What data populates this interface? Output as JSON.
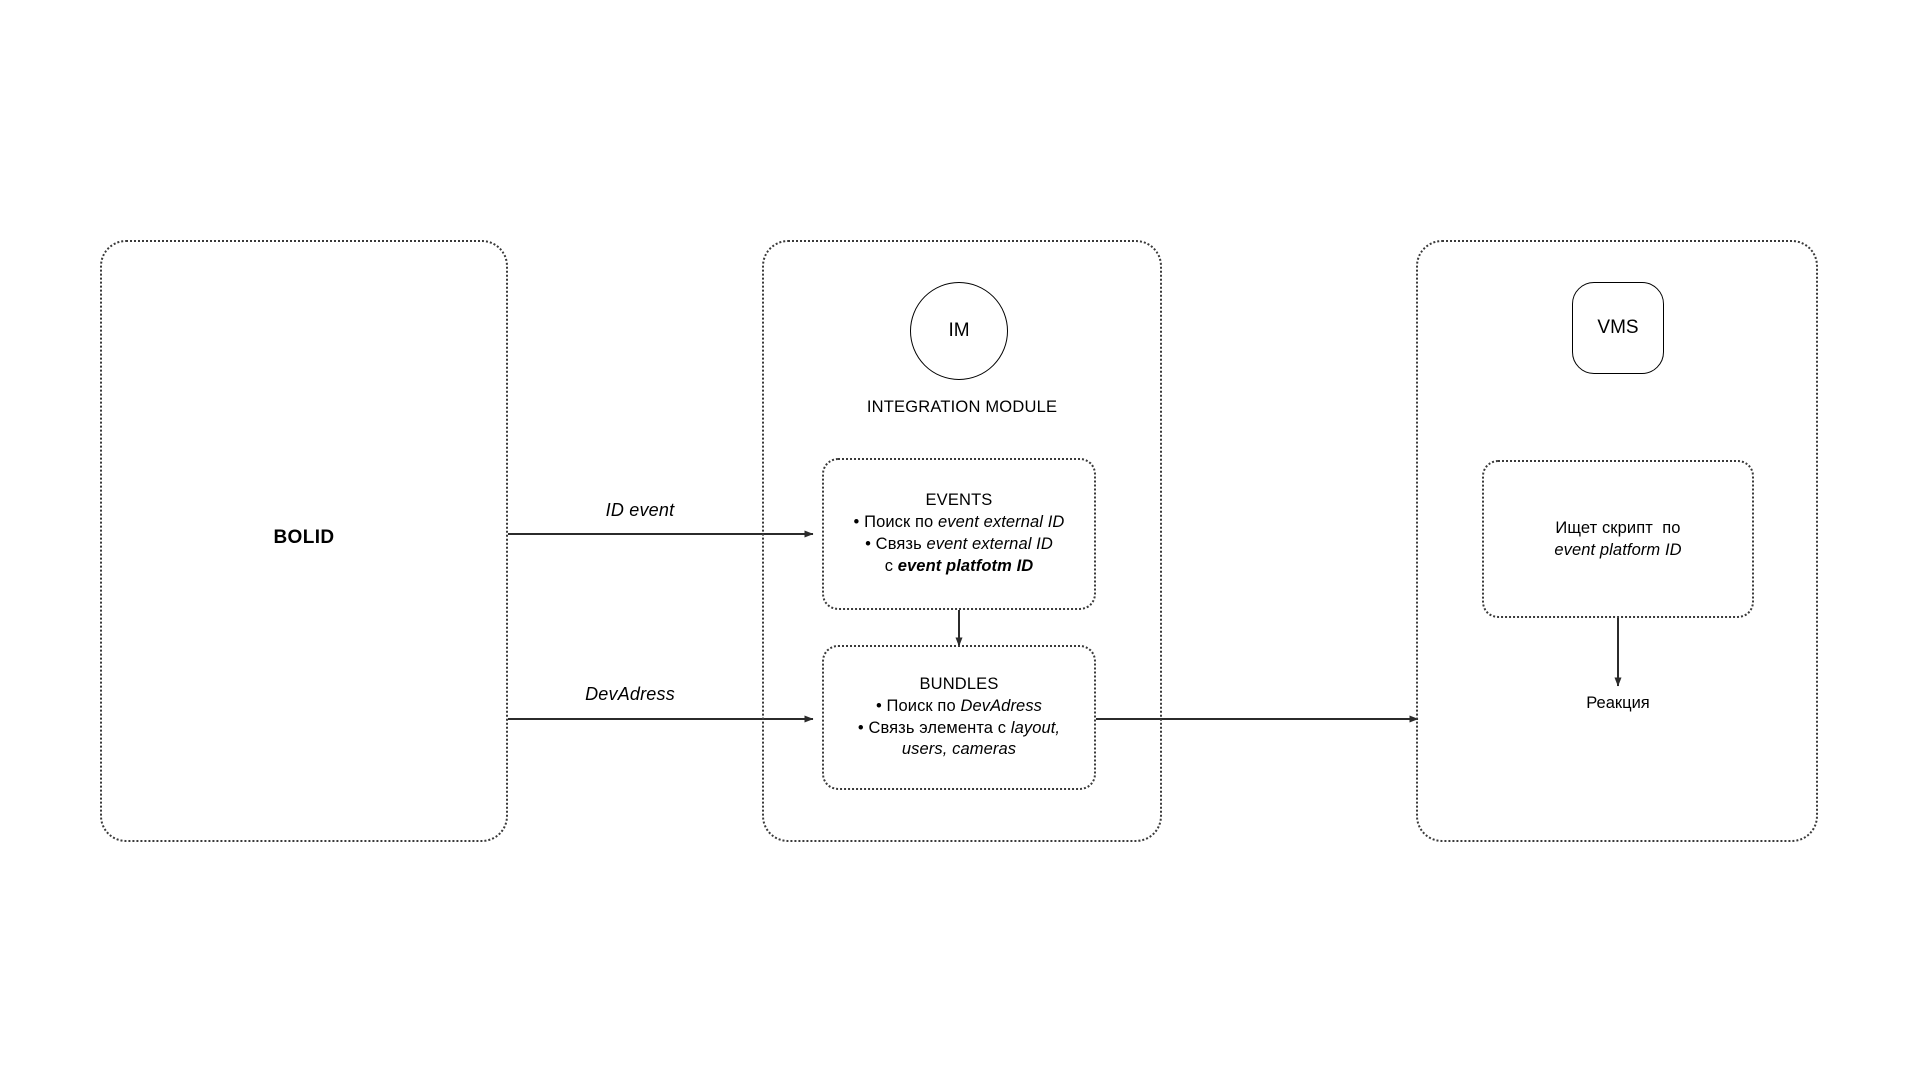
{
  "diagram": {
    "title": "BOLID - Integration Module - VMS event flow",
    "stroke_color": "#3a3a3a",
    "node_color": "#000000",
    "background": "#ffffff"
  },
  "panels": {
    "bolid": {
      "label": "BOLID"
    },
    "integration": {
      "node_label": "IM",
      "caption": "INTEGRATION MODULE",
      "boxes": {
        "events": {
          "title": "EVENTS",
          "bullets": [
            {
              "marker": "•",
              "plain_1": "Поиск по ",
              "italic_1": "event external ID"
            },
            {
              "marker": "•",
              "plain_1": "Связь ",
              "italic_1": "event external ID",
              "plain_2": "с ",
              "bold_italic_2": "event platfotm ID"
            }
          ]
        },
        "bundles": {
          "title": "BUNDLES",
          "bullets": [
            {
              "marker": "•",
              "plain_1": "Поиск по ",
              "italic_1": "DevAdress"
            },
            {
              "marker": "•",
              "plain_1": "Связь элемента с ",
              "italic_1": "layout,",
              "italic_2": "users, cameras"
            }
          ]
        }
      }
    },
    "vms": {
      "node_label": "VMS",
      "script_box": {
        "line_1": "Ищет скрипт  по",
        "line_2_italic": "event platform ID"
      },
      "reaction_label": "Реакция"
    }
  },
  "arrows": [
    {
      "name": "bolid-to-events",
      "label": "ID event",
      "from": "BOLID",
      "to": "EVENTS"
    },
    {
      "name": "bolid-to-bundles",
      "label": "DevAdress",
      "from": "BOLID",
      "to": "BUNDLES"
    },
    {
      "name": "events-to-bundles",
      "label": "",
      "from": "EVENTS",
      "to": "BUNDLES"
    },
    {
      "name": "bundles-to-vms",
      "label": "",
      "from": "BUNDLES",
      "to": "VMS"
    },
    {
      "name": "script-to-reaction",
      "label": "",
      "from": "script box",
      "to": "Реакция"
    }
  ]
}
